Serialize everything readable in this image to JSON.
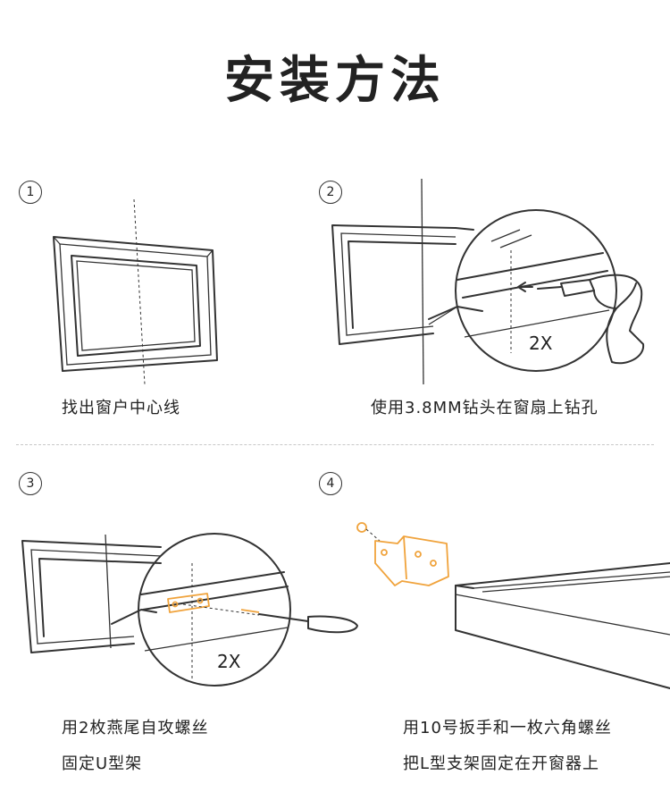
{
  "title": "安装方法",
  "steps": [
    {
      "number": "1",
      "captions": [
        "找出窗户中心线"
      ]
    },
    {
      "number": "2",
      "captions": [
        "使用3.8MM钻头在窗扇上钻孔"
      ],
      "multiplier": "2X"
    },
    {
      "number": "3",
      "captions": [
        "用2枚燕尾自攻螺丝",
        "固定U型架"
      ],
      "multiplier": "2X"
    },
    {
      "number": "4",
      "captions": [
        "用10号扳手和一枚六角螺丝",
        "把L型支架固定在开窗器上"
      ]
    }
  ],
  "colors": {
    "text": "#222222",
    "line": "#333333",
    "bracket": "#f0a33c",
    "divider": "#c8c8c8"
  }
}
